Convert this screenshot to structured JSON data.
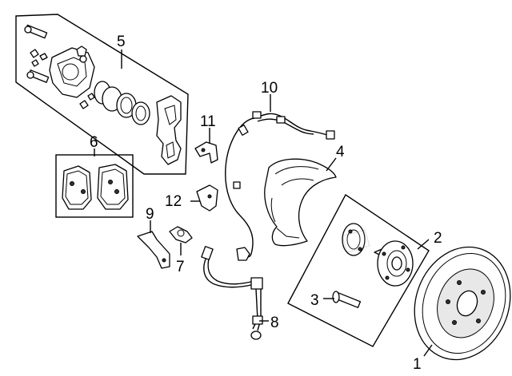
{
  "callouts": {
    "c1": "1",
    "c2": "2",
    "c3": "3",
    "c4": "4",
    "c5": "5",
    "c6": "6",
    "c7": "7",
    "c8": "8",
    "c9": "9",
    "c10": "10",
    "c11": "11",
    "c12": "12"
  },
  "parts": {
    "c1": "brake-rotor",
    "c2": "hub-assembly",
    "c3": "wheel-stud",
    "c4": "splash-shield",
    "c5": "caliper-assembly",
    "c6": "brake-pads",
    "c7": "abs-sensor",
    "c8": "brake-hose",
    "c9": "hose-bracket",
    "c10": "sensor-wire",
    "c11": "bracket",
    "c12": "bracket"
  }
}
